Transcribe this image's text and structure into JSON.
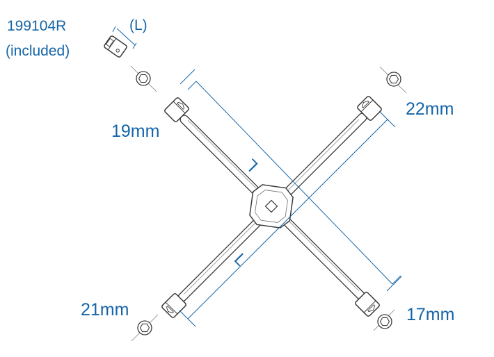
{
  "accessory": {
    "part_number": "199104R",
    "note": "(included)",
    "length_label": "(L)"
  },
  "sockets": {
    "top_left": "19mm",
    "top_right": "22mm",
    "bottom_left": "21mm",
    "bottom_right": "17mm"
  },
  "dimensions": {
    "length_label_a": "L",
    "length_label_b": "L"
  },
  "colors": {
    "accent": "#1565a8",
    "outline": "#3a3a3a"
  }
}
